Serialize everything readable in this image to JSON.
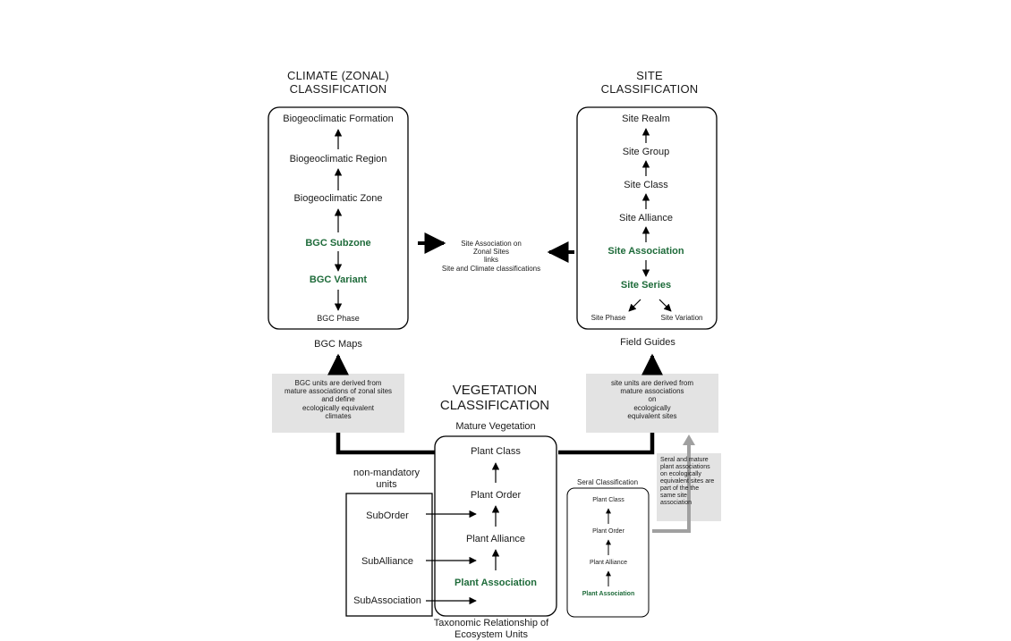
{
  "climate": {
    "title": "CLIMATE (ZONAL)\nCLASSIFICATION",
    "levels": [
      "Biogeoclimatic Formation",
      "Biogeoclimatic Region",
      "Biogeoclimatic Zone",
      "BGC Subzone",
      "BGC Variant",
      "BGC Phase"
    ],
    "output": "BGC Maps",
    "note": "BGC units are derived from\nmature associations of zonal sites\nand define\necologically equivalent\nclimates"
  },
  "site": {
    "title": "SITE\nCLASSIFICATION",
    "levels": [
      "Site Realm",
      "Site Group",
      "Site Class",
      "Site Alliance",
      "Site Association",
      "Site Series"
    ],
    "branches": [
      "Site Phase",
      "Site Variation"
    ],
    "output": "Field Guides",
    "note": "site units are derived from\nmature associations\non\necologically\nequivalent sites"
  },
  "center_link": "Site Association on\nZonal Sites\nlinks\nSite and Climate classifications",
  "vegetation": {
    "title": "VEGETATION\nCLASSIFICATION",
    "subtitle": "Mature Vegetation",
    "levels": [
      "Plant Class",
      "Plant Order",
      "Plant Alliance",
      "Plant Association"
    ],
    "caption": "Taxonomic Relationship of\nEcosystem Units"
  },
  "nonmandatory": {
    "title": "non-mandatory\nunits",
    "items": [
      "SubOrder",
      "SubAlliance",
      "SubAssociation"
    ]
  },
  "seral": {
    "title": "Seral Classification",
    "levels": [
      "Plant Class",
      "Plant Order",
      "Plant Alliance",
      "Plant Association"
    ],
    "note": "Seral and mature\nplant associations\non ecologically\nequivalent sites are\npart of the the\nsame site\nassociation"
  },
  "colors": {
    "highlight": "#1e6b3a",
    "note_bg": "#e3e3e3",
    "gray_arrow": "#a0a0a0",
    "line": "#000000"
  }
}
